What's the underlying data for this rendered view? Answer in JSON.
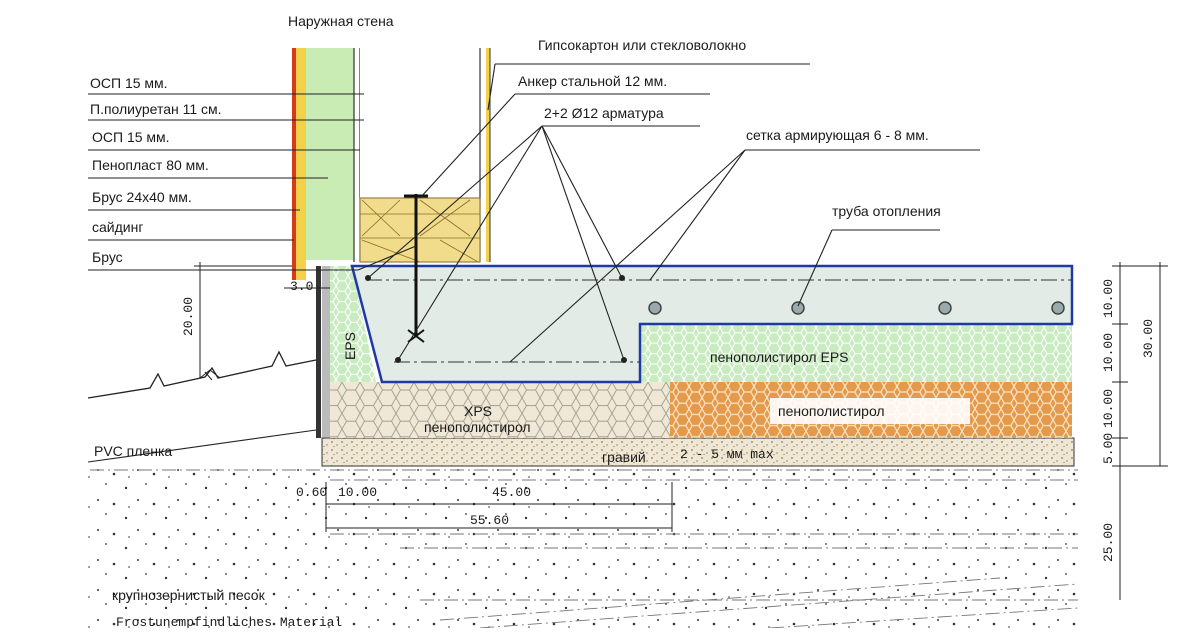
{
  "labels": {
    "wall_title": "Наружная стена",
    "drywall": "Гипсокартон или стекловолокно",
    "osb1": "ОСП 15 мм.",
    "polyurethane": "П.полиуретан 11 см.",
    "osb2": "ОСП 15 мм.",
    "foam80": "Пенопласт 80 мм.",
    "batten": "Брус 24х40 мм.",
    "siding": "сайдинг",
    "beam": "Брус",
    "anchor": "Анкер стальной 12 мм.",
    "rebar": "2+2  Ø12  арматура",
    "mesh": "сетка армирующая 6 - 8 мм.",
    "heating_pipe": "труба отопления",
    "eps_vertical": "EPS",
    "eps_layer": "пенополистирол  EPS",
    "xps": "XPS",
    "xps_layer": "пенополистирол",
    "eps_orange": "пенополистирол",
    "gravel": "гравий",
    "gravel_size": "2 - 5 мм max",
    "pvc": "PVC пленка",
    "sand": "крупнозернистый песок",
    "frost": "Frostunempfindliches Material"
  },
  "dims": {
    "d_3": "3.0",
    "d_20": "20.00",
    "d_060": "0.60",
    "d_1000": "10.00",
    "d_4500": "45.00",
    "d_5560": "55.60",
    "r1": "10.00",
    "r2": "10.00",
    "r3": "10.00",
    "r4": "5.00",
    "r5": "25.00",
    "r_total": "30.00"
  },
  "colors": {
    "concrete_blue": "#1f3aa6",
    "eps_green": "#c8ecc0",
    "xps_beige": "#f1e7d6",
    "orange_eps": "#e49a4a",
    "wall_red": "#d63a1a",
    "wall_green": "#c9ebb4",
    "timber": "#f0dc8a"
  }
}
